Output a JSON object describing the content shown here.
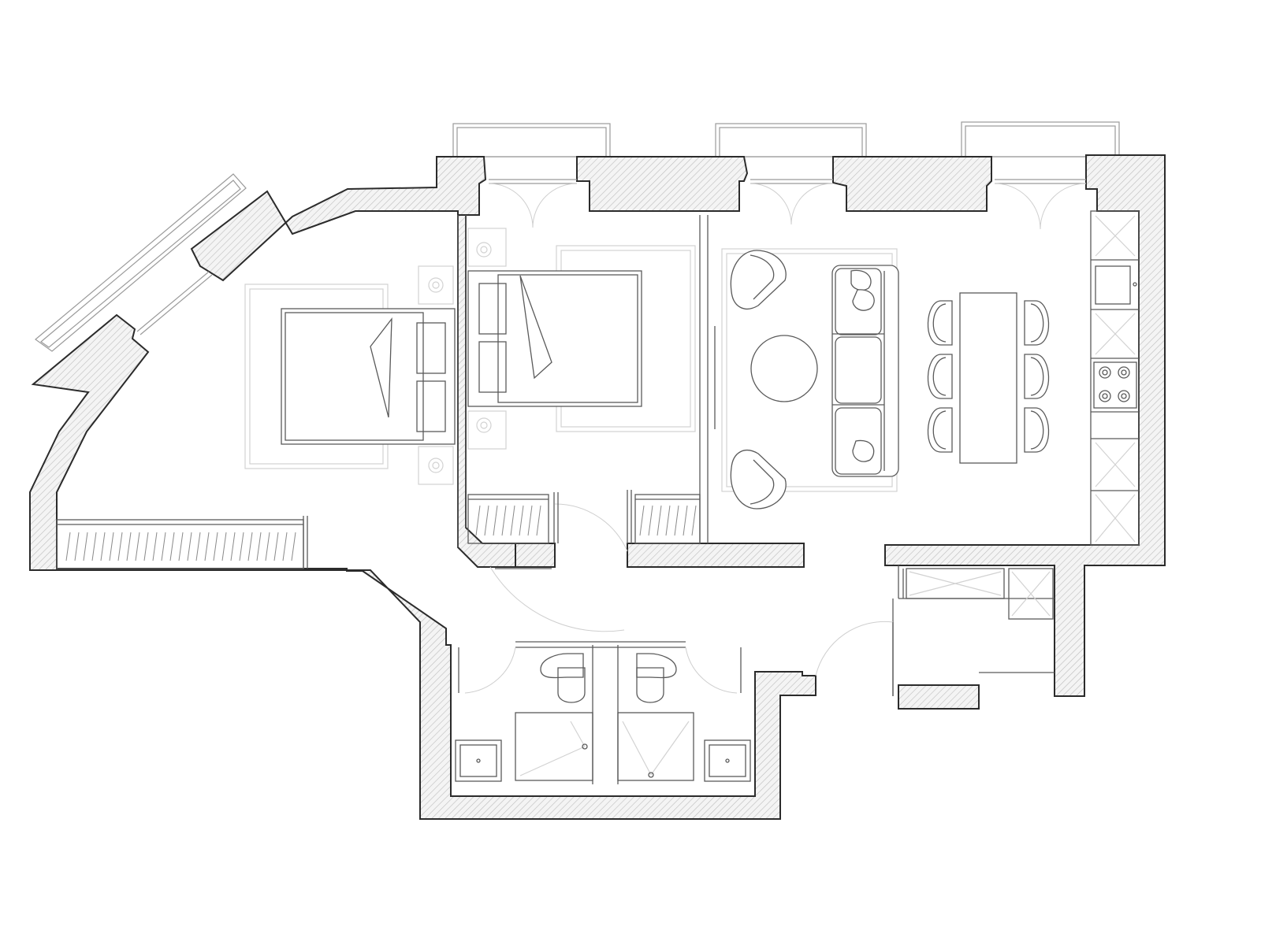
{
  "plan": {
    "background": "#ffffff",
    "wall_stroke": "#2b2b2b",
    "hatch_color": "#bdbdbd",
    "rooms": [
      {
        "id": "bedroom-1",
        "furniture": [
          "double-bed",
          "nightstand",
          "nightstand",
          "wardrobe"
        ]
      },
      {
        "id": "bedroom-2",
        "furniture": [
          "double-bed",
          "nightstand",
          "nightstand",
          "wardrobe"
        ]
      },
      {
        "id": "living-room",
        "furniture": [
          "sofa",
          "armchair",
          "armchair",
          "round-coffee-table"
        ]
      },
      {
        "id": "dining-area",
        "furniture": [
          "dining-table",
          "chair",
          "chair",
          "chair",
          "chair",
          "chair",
          "chair"
        ]
      },
      {
        "id": "kitchen",
        "furniture": [
          "cabinet-run",
          "sink",
          "cooktop"
        ]
      },
      {
        "id": "bathroom-1",
        "furniture": [
          "toilet",
          "shower",
          "washbasin"
        ]
      },
      {
        "id": "bathroom-2",
        "furniture": [
          "toilet",
          "shower",
          "washbasin"
        ]
      },
      {
        "id": "entry",
        "furniture": [
          "built-in-storage"
        ]
      }
    ]
  }
}
